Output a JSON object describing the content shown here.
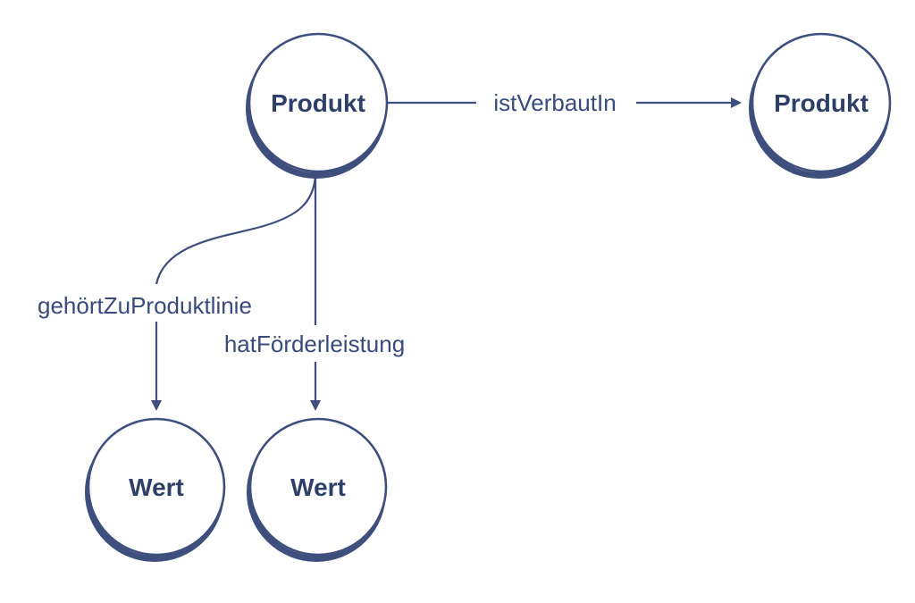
{
  "theme": {
    "background": "#ffffff",
    "node_fill": "#ffffff",
    "node_stroke": "#3e4f7d",
    "node_shadow": "#3e4f7d",
    "node_text": "#2e4068",
    "edge_color": "#3e4f7d",
    "edge_label_color": "#394b7c"
  },
  "diagram": {
    "nodes": [
      {
        "id": "produkt-source",
        "label": "Produkt"
      },
      {
        "id": "produkt-target",
        "label": "Produkt"
      },
      {
        "id": "wert-produktlinie",
        "label": "Wert"
      },
      {
        "id": "wert-foerderleistung",
        "label": "Wert"
      }
    ],
    "edges": [
      {
        "id": "ist-verbaut-in",
        "label": "istVerbautIn",
        "from": "produkt-source",
        "to": "produkt-target"
      },
      {
        "id": "gehoert-zu-produktlinie",
        "label": "gehörtZuProduktlinie",
        "from": "produkt-source",
        "to": "wert-produktlinie"
      },
      {
        "id": "hat-foerderleistung",
        "label": "hatFörderleistung",
        "from": "produkt-source",
        "to": "wert-foerderleistung"
      }
    ]
  }
}
